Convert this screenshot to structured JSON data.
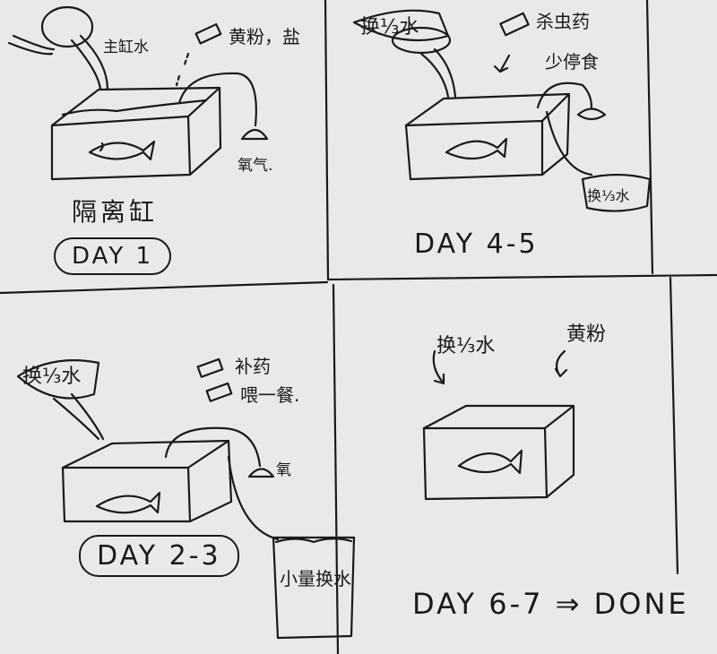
{
  "colors": {
    "paper": "#e9e9e7",
    "ink": "#1a1a1a"
  },
  "panels": [
    {
      "day": "DAY 1",
      "labels": {
        "main_tank_water": "主缸水",
        "medicine": "黄粉，盐",
        "oxygen": "氧气.",
        "tank": "隔离缸"
      }
    },
    {
      "day": "DAY 4-5",
      "labels": {
        "change_water": "换⅓水",
        "medicine": "杀虫药",
        "feeding": "少停食",
        "bucket": "换⅓水"
      }
    },
    {
      "day": "DAY 2-3",
      "labels": {
        "change_water": "换⅓水",
        "medicine": "补药",
        "feeding": "喂一餐.",
        "oxygen": "氧",
        "bucket": "小量换水"
      }
    },
    {
      "day": "DAY 6-7 ⇒ DONE",
      "labels": {
        "change_water": "换⅓水",
        "medicine": "黄粉"
      }
    }
  ]
}
